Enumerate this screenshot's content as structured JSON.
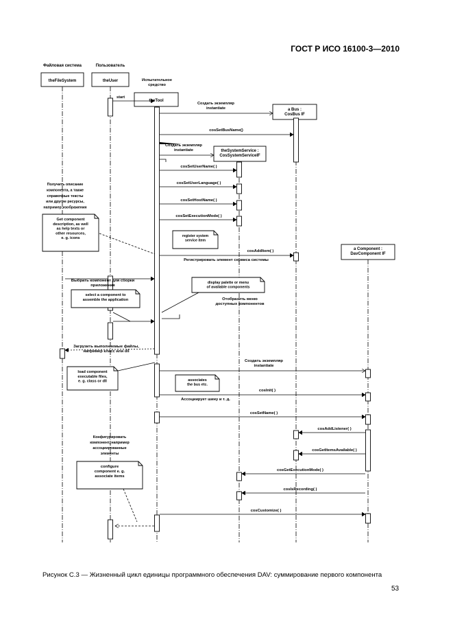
{
  "header": {
    "standard": "ГОСТ Р ИСО 16100-3—2010"
  },
  "caption": "Рисунок С.3 — Жизненный цикл единицы программного обеспечения DAV: суммирование первого компонента",
  "page_number": "53",
  "diagram": {
    "actor_captions": {
      "filesystem": "Файловая система",
      "user": "Пользователь",
      "tool": [
        "Испытательное",
        "средство"
      ]
    },
    "objects": {
      "filesystem": "theFileSystem",
      "user": "theUser",
      "tool": "theTool",
      "bus": [
        "a Bus :",
        "CosBus IF"
      ],
      "service": [
        "theSystemService :",
        "CosSystemServiceIF"
      ],
      "component": [
        "a Component :",
        "DavComponent IF"
      ]
    },
    "messages": {
      "start": "start",
      "create_bus": [
        "Создать экземпляр",
        "instantiate"
      ],
      "setBusName": "cosSetBusName()",
      "create_service": [
        "Создать экземпляр",
        "instantiate"
      ],
      "setUserName": "cosSetUserName( )",
      "setUserLanguage": "cosSetUserLanguage( )",
      "setHostName": "cosSetHostName( )",
      "setExecutionMode": "cosSetExecutionMode( )",
      "addItem": "cosAddItem( )",
      "register_item_ru": "Регистрировать элемент сервиса системы",
      "select_component_ru": [
        "Выбрать компонент для сборки",
        "приложения"
      ],
      "show_menu_ru": [
        "Отобразить меню",
        "доступных компонентов"
      ],
      "load_files_ru": [
        "Загрузить выполняемые файлы,",
        "например класс или dll"
      ],
      "create_component": [
        "Создать экземпляр",
        "instantiate"
      ],
      "cosInit": "cosInit( )",
      "associate_ru": "Ассоциирует шину и т. д.",
      "setName": "cosSetName( )",
      "addListener": "cosAddListener( )",
      "getItemsAvailable": "cosGetItemsAvailable( )",
      "getExecutionMode": "cosGetExecutionMode( )",
      "getRecording": "cosIsRecording( )",
      "customize": "cosCustomize( )"
    },
    "notes": {
      "get_description_ru": [
        "Получить описание",
        "компонента, а также",
        "справочные тексты",
        "или другие ресурсы,",
        "например изображения"
      ],
      "get_description_en": [
        "Get component",
        "description, as well",
        "as help texts or",
        "other resources,",
        "e. g. icons"
      ],
      "register_en": [
        "register system",
        "service item"
      ],
      "select_en": [
        "select a component to",
        "assemble the application"
      ],
      "display_en": [
        "display palette or menu",
        "of available components"
      ],
      "load_en": [
        "load component",
        "executable files,",
        "e. g. class or dll"
      ],
      "associate_en": [
        "associates",
        "the bus etc."
      ],
      "configure_ru": [
        "Конфигурировать",
        "компонент, например",
        "ассоциированные",
        "элементы"
      ],
      "configure_en": [
        "configure",
        "component e. g.",
        "associate items"
      ]
    }
  }
}
